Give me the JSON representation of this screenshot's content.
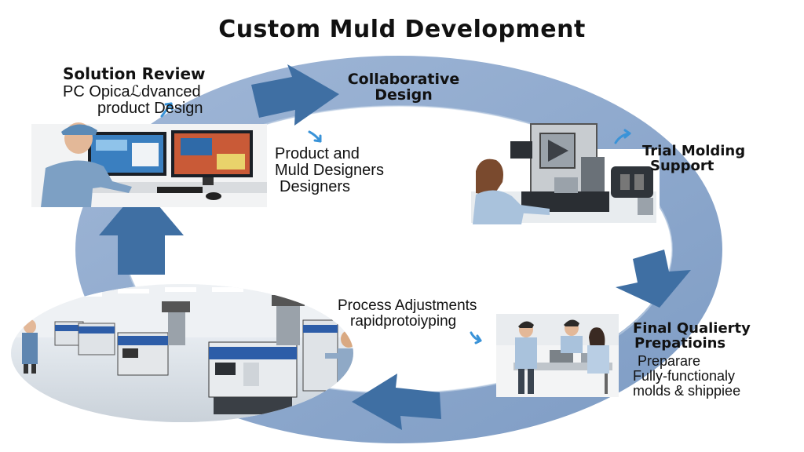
{
  "title": "Custom Muld Development",
  "colors": {
    "ring": "#8fa9cd",
    "ring_light": "#a9bedb",
    "arrow": "#3f6fa3",
    "arrow_dark": "#2f5b8c",
    "swirl": "#3a93d8"
  },
  "stages": {
    "solution_review": {
      "title": "Solution Review",
      "line1": "PC Opicaℒdvanced",
      "line2": "product Design"
    },
    "collaborative_design": {
      "title_line1": "Collaborative",
      "title_line2": "Design",
      "desc_line1": "Product and",
      "desc_line2": "Muld Designers",
      "desc_line3": "Designers"
    },
    "trial_molding": {
      "title_line1": "Trial Molding",
      "title_line2": "Support"
    },
    "process_adjustments": {
      "line1": "Process Adjustments",
      "line2": "rapidprotoiyping"
    },
    "final_quality": {
      "title_line1": "Final Qualierty",
      "title_line2": "Prepatioins",
      "desc_line1": "Preparare",
      "desc_line2": "Fully-functionaly",
      "desc_line3": "molds & shippiee"
    }
  },
  "icons": [
    "cycle-arrow-icon",
    "swirl-arrow-icon",
    "engineer-at-computer-illustration",
    "molding-machine-operator-illustration",
    "factory-floor-illustration",
    "inspection-team-illustration"
  ]
}
